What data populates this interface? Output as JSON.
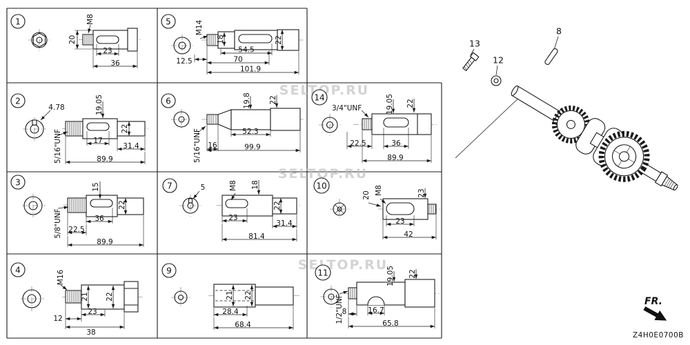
{
  "watermark": "SELTOP.RU",
  "doc": {
    "code": "Z4H0E0700B",
    "fr_label": "FR."
  },
  "callouts": {
    "bolt": "13",
    "washer": "12",
    "key": "8"
  },
  "cells": {
    "c1": {
      "num": "1",
      "thread": "M8",
      "d20": "20",
      "l23": "23",
      "l36": "36"
    },
    "c2": {
      "num": "2",
      "key_w": "4.78",
      "d19": "19.05",
      "thread": "5/16\"UNF",
      "l17": "17",
      "d22": "22",
      "l31": "31.4",
      "l89": "89.9"
    },
    "c3": {
      "num": "3",
      "k15": "15",
      "d22": "22",
      "thread": "5/8\"UNF",
      "l36": "36",
      "l22": "22.5",
      "l89": "89.9"
    },
    "c4": {
      "num": "4",
      "thread": "M16",
      "d21": "21",
      "d22": "22",
      "l12": "12",
      "l23": "23",
      "l38": "38"
    },
    "c5": {
      "num": "5",
      "thread": "M14",
      "d18": "18",
      "l54": "54.5",
      "l70": "70",
      "l101": "101.9",
      "l12": "12.5",
      "d22": "22"
    },
    "c6": {
      "num": "6",
      "d19": "19.8",
      "d22": "22",
      "thread": "5/16\"UNF",
      "l16": "16",
      "l52": "52.3",
      "l99": "99.9"
    },
    "c7": {
      "num": "7",
      "k5": "5",
      "thread": "M8",
      "d18": "18",
      "l23": "23",
      "d22": "22",
      "l31": "31.4",
      "l81": "81.4"
    },
    "c9": {
      "num": "9",
      "d21": "21",
      "d22": "22",
      "l28": "28.4",
      "l68": "68.4"
    },
    "c10": {
      "num": "10",
      "d20": "20",
      "thread": "M8",
      "d23": "23",
      "l23": "23",
      "l42": "42"
    },
    "c11": {
      "num": "11",
      "thread": "1/2\"UNF",
      "d19": "19.05",
      "d22": "22",
      "l8": "8",
      "l16": "16.7",
      "l65": "65.8"
    },
    "c14": {
      "num": "14",
      "thread": "3/4\"UNF",
      "d19": "19.05",
      "d22": "22",
      "l22": "22.5",
      "l36": "36",
      "l89": "89.9"
    }
  }
}
